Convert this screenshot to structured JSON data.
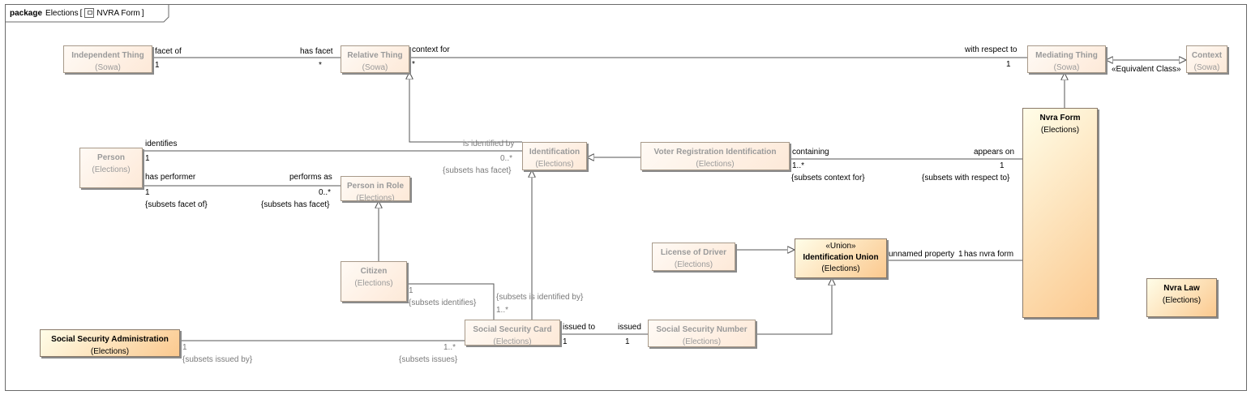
{
  "package": {
    "keyword": "package",
    "name": "Elections",
    "bracket_open": "[",
    "diagram_name": "NVRA Form",
    "bracket_close": "]"
  },
  "classes": {
    "independent_thing": {
      "name": "Independent Thing",
      "pkg": "(Sowa)"
    },
    "relative_thing": {
      "name": "Relative Thing",
      "pkg": "(Sowa)"
    },
    "mediating_thing": {
      "name": "Mediating Thing",
      "pkg": "(Sowa)"
    },
    "context": {
      "name": "Context",
      "pkg": "(Sowa)"
    },
    "nvra_form": {
      "name": "Nvra Form",
      "pkg": "(Elections)"
    },
    "person": {
      "name": "Person",
      "pkg": "(Elections)"
    },
    "identification": {
      "name": "Identification",
      "pkg": "(Elections)"
    },
    "voter_registration_identification": {
      "name": "Voter Registration Identification",
      "pkg": "(Elections)"
    },
    "person_in_role": {
      "name": "Person in Role",
      "pkg": "(Elections)"
    },
    "citizen": {
      "name": "Citizen",
      "pkg": "(Elections)"
    },
    "license_of_driver": {
      "name": "License of Driver",
      "pkg": "(Elections)"
    },
    "identification_union": {
      "stereotype": "«Union»",
      "name": "Identification Union",
      "pkg": "(Elections)"
    },
    "nvra_law": {
      "name": "Nvra Law",
      "pkg": "(Elections)"
    },
    "social_security_administration": {
      "name": "Social Security Administration",
      "pkg": "(Elections)"
    },
    "social_security_card": {
      "name": "Social Security Card",
      "pkg": "(Elections)"
    },
    "social_security_number": {
      "name": "Social Security Number",
      "pkg": "(Elections)"
    }
  },
  "labels": {
    "facet_of": "facet of",
    "facet_of_mult": "1",
    "has_facet": "has facet",
    "has_facet_mult": "*",
    "context_for": "context for",
    "context_for_mult": "*",
    "with_respect_to": "with respect to",
    "with_respect_to_mult": "1",
    "equivalent_class": "«Equivalent Class»",
    "identifies": "identifies",
    "identifies_mult": "1",
    "is_identified_by": "is identified by",
    "is_identified_by_mult": "0..*",
    "subsets_has_facet_1": "{subsets has facet}",
    "has_performer": "has performer",
    "has_performer_mult": "1",
    "subsets_facet_of": "{subsets facet of}",
    "performs_as": "performs as",
    "performs_as_mult": "0..*",
    "subsets_has_facet_2": "{subsets has facet}",
    "containing": "containing",
    "containing_mult": "1..*",
    "subsets_context_for": "{subsets context for}",
    "appears_on": "appears on",
    "appears_on_mult": "1",
    "subsets_with_respect_to": "{subsets with respect to}",
    "unnamed_property": "unnamed property",
    "unnamed_property_mult": "1",
    "has_nvra_form": "has nvra form",
    "citizen_mult": "1",
    "subsets_identifies": "{subsets identifies}",
    "subsets_is_identified_by": "{subsets is identified by}",
    "card_identified_mult": "1..*",
    "ssa_mult": "1",
    "subsets_issued_by": "{subsets issued by}",
    "issues_mult": "1..*",
    "subsets_issues": "{subsets issues}",
    "issued_to": "issued to",
    "issued_to_mult": "1",
    "issued": "issued",
    "issued_mult": "1"
  }
}
